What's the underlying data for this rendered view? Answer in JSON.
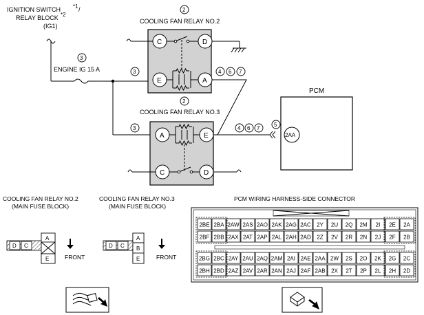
{
  "labels": {
    "ig_switch": "IGNITION SWITCH",
    "ig_switch_sup": "*1",
    "ig_switch_slash": "/",
    "relay_block": "RELAY BLOCK",
    "relay_block_sup": "*2",
    "ig1": "(IG1)",
    "engine_ig": "ENGINE IG 15 A",
    "relay2_title": "COOLING FAN RELAY NO.2",
    "relay3_title": "COOLING FAN RELAY NO.3",
    "pcm": "PCM"
  },
  "relay2": {
    "c": "C",
    "d": "D",
    "e": "E",
    "a": "A"
  },
  "relay3": {
    "a": "A",
    "e": "E",
    "c": "C",
    "d": "D"
  },
  "pcm_pin": "2AA",
  "callouts": {
    "c2": "2",
    "c3": "3",
    "c4": "4",
    "c5": "5",
    "c6": "6",
    "c7": "7"
  },
  "connectors": {
    "relay2_title1": "COOLING FAN RELAY NO.2",
    "relay2_title2": "(MAIN FUSE BLOCK)",
    "relay3_title1": "COOLING FAN RELAY NO.3",
    "relay3_title2": "(MAIN FUSE BLOCK)",
    "front": "FRONT",
    "relay2_pins": {
      "d": "D",
      "c": "C",
      "a": "A",
      "e": "E"
    },
    "relay3_pins": {
      "d": "D",
      "c": "C",
      "a": "A",
      "b": "B",
      "e": "E"
    },
    "pcm_title": "PCM WIRING HARNESS-SIDE CONNECTOR",
    "pcm_rows": [
      [
        "2BE",
        "2BA",
        "2AW",
        "2AS",
        "2AO",
        "2AK",
        "2AG",
        "2AC",
        "2Y",
        "2U",
        "2Q",
        "2M",
        "2I",
        "2E",
        "2A"
      ],
      [
        "2BF",
        "2BB",
        "2AX",
        "2AT",
        "2AP",
        "2AL",
        "2AH",
        "2AD",
        "2Z",
        "2V",
        "2R",
        "2N",
        "2J",
        "2F",
        "2B"
      ],
      [
        "2BG",
        "2BC",
        "2AY",
        "2AU",
        "2AQ",
        "2AM",
        "2AI",
        "2AE",
        "2AA",
        "2W",
        "2S",
        "2O",
        "2K",
        "2G",
        "2C"
      ],
      [
        "2BH",
        "2BD",
        "2AZ",
        "2AV",
        "2AR",
        "2AN",
        "2AJ",
        "2AF",
        "2AB",
        "2X",
        "2T",
        "2P",
        "2L",
        "2H",
        "2D"
      ]
    ]
  }
}
